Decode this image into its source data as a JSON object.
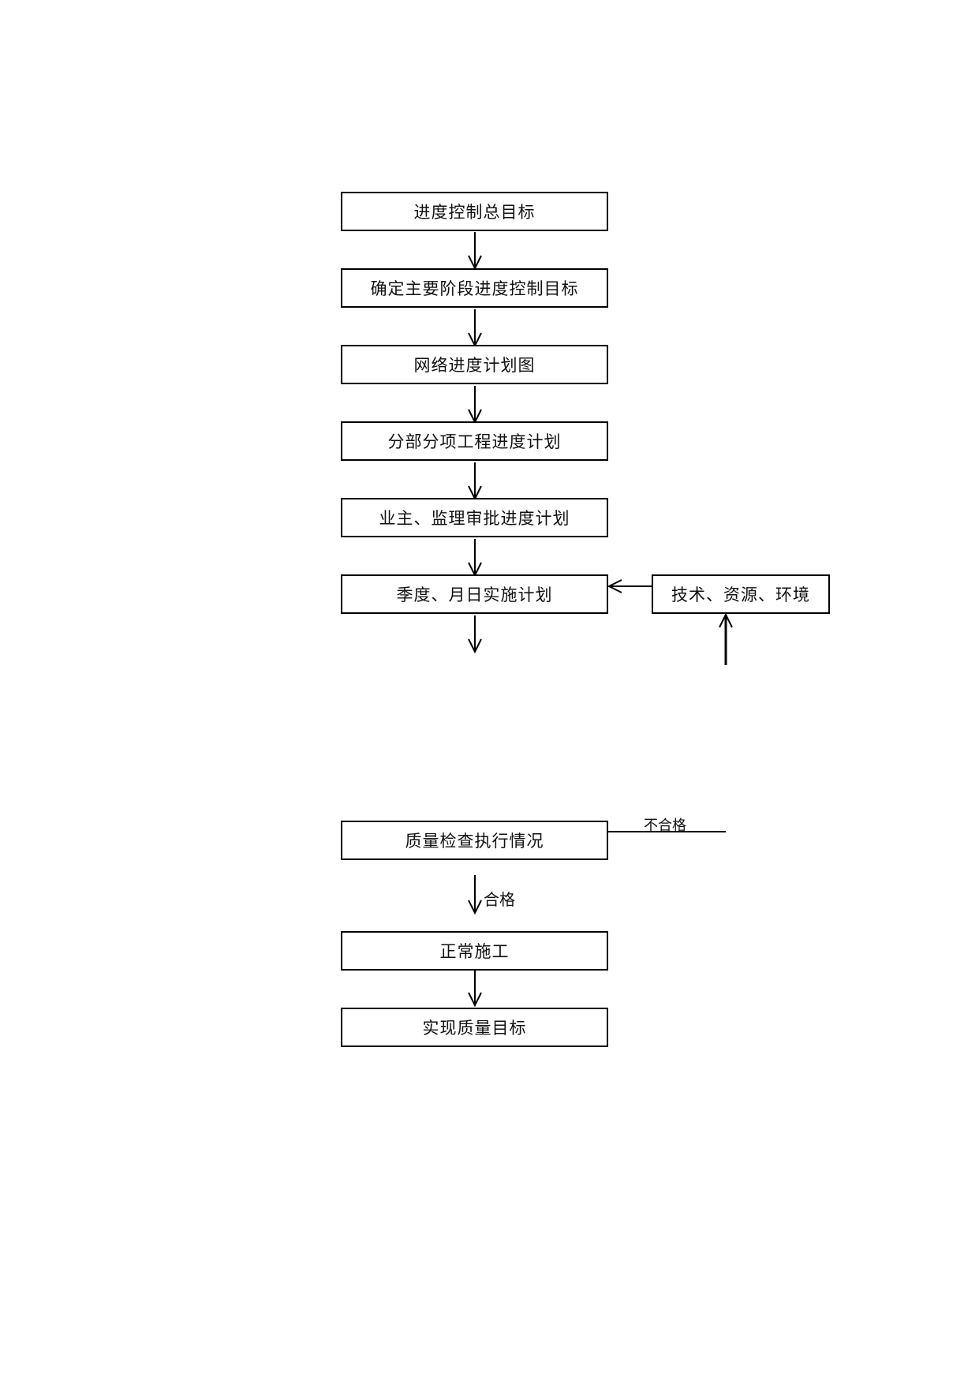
{
  "schedule_flow": {
    "steps": [
      "进度控制总目标",
      "确定主要阶段进度控制目标",
      "网络进度计划图",
      "分部分项工程进度计划",
      "业主、监理审批进度计划",
      "季度、月日实施计划"
    ],
    "side_input": "技术、资源、环境"
  },
  "quality_flow": {
    "check": "质量检查执行情况",
    "fail_label": "不合格",
    "pass_label": "合格",
    "normal": "正常施工",
    "goal": "实现质量目标"
  }
}
